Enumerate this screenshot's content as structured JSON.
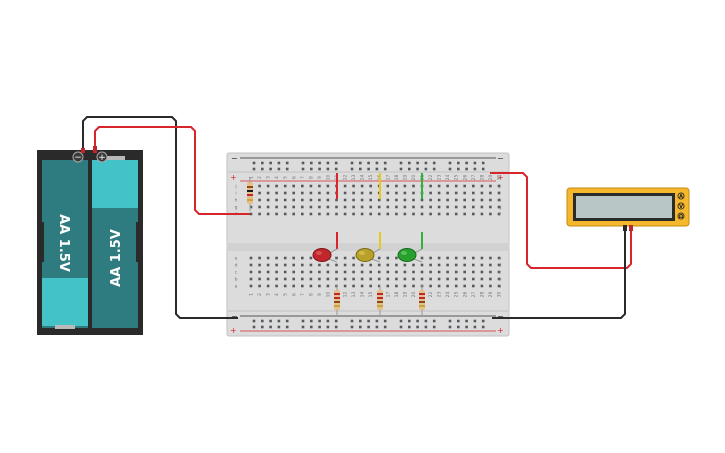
{
  "battery": {
    "cells": [
      {
        "label": "AA 1.5V"
      },
      {
        "label": "AA 1.5V"
      }
    ],
    "terminals": {
      "negative": "−",
      "positive": "+"
    }
  },
  "breadboard": {
    "rail_signs": {
      "minus": "−",
      "plus": "+"
    },
    "row_letters_top": [
      "j",
      "i",
      "h",
      "g",
      "f"
    ],
    "row_letters_bottom": [
      "e",
      "d",
      "c",
      "b",
      "a"
    ],
    "column_numbers": [
      "1",
      "2",
      "3",
      "4",
      "5",
      "6",
      "7",
      "8",
      "9",
      "10",
      "11",
      "12",
      "13",
      "14",
      "15",
      "16",
      "17",
      "18",
      "19",
      "20",
      "21",
      "22",
      "23",
      "24",
      "25",
      "26",
      "27",
      "28",
      "29",
      "30"
    ]
  },
  "leds": [
    {
      "color": "red",
      "fill": "#c0262b",
      "dark": "#7d1518"
    },
    {
      "color": "yellow",
      "fill": "#b8a12a",
      "dark": "#7a6a14"
    },
    {
      "color": "green",
      "fill": "#27a02e",
      "dark": "#146a1a"
    }
  ],
  "multimeter": {
    "body_color": "#f5b82d",
    "buttons": [
      "A",
      "V",
      "Ω"
    ],
    "display": ""
  },
  "wire_colors": {
    "red": "#d6262b",
    "black": "#2a2a2a",
    "yellow": "#e8c81a",
    "green": "#2fb33a"
  }
}
